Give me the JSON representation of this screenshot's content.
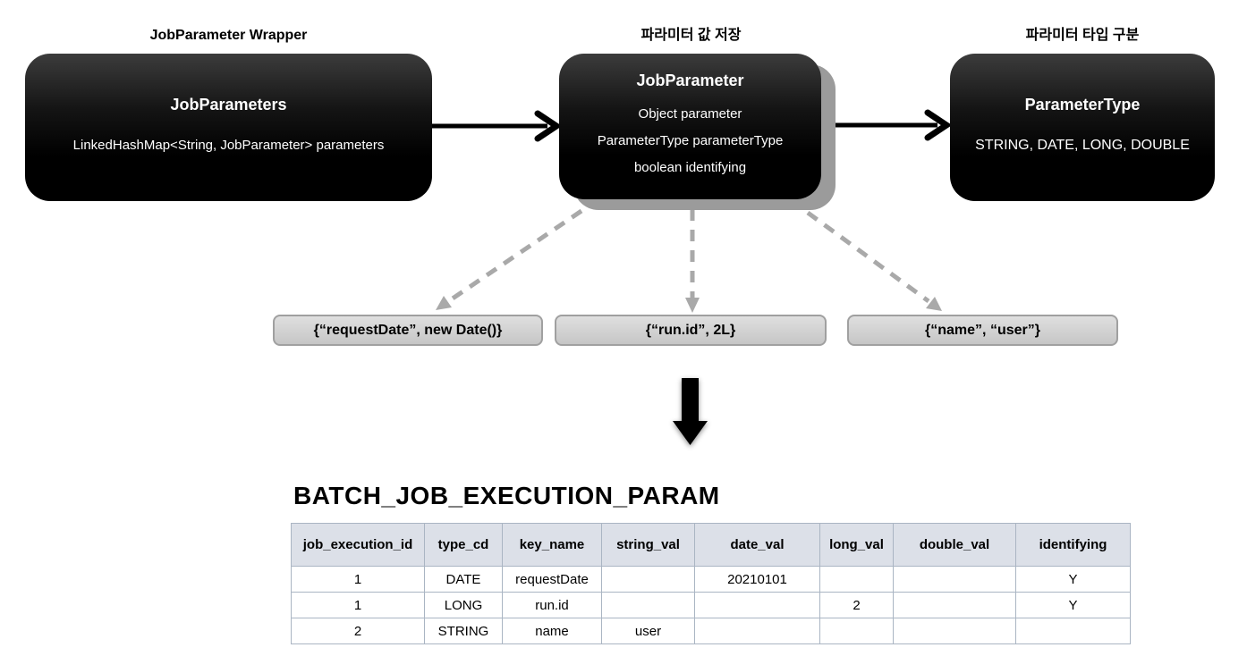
{
  "diagram": {
    "flow_boxes": [
      {
        "caption": "JobParameter Wrapper",
        "title": "JobParameters",
        "lines": [
          "LinkedHashMap<String, JobParameter> parameters"
        ]
      },
      {
        "caption": "파라미터 값 저장",
        "title": "JobParameter",
        "lines": [
          "Object parameter",
          "ParameterType parameterType",
          "boolean identifying"
        ]
      },
      {
        "caption": "파라미터 타입 구분",
        "title": "ParameterType",
        "lines": [
          "STRING, DATE, LONG, DOUBLE"
        ]
      }
    ],
    "example_chips": [
      "{“requestDate”, new Date()}",
      "{“run.id”, 2L}",
      "{“name”, “user”}"
    ]
  },
  "table": {
    "title": "BATCH_JOB_EXECUTION_PARAM",
    "columns": [
      "job_execution_id",
      "type_cd",
      "key_name",
      "string_val",
      "date_val",
      "long_val",
      "double_val",
      "identifying"
    ],
    "rows": [
      [
        "1",
        "DATE",
        "requestDate",
        "",
        "20210101",
        "",
        "",
        "Y"
      ],
      [
        "1",
        "LONG",
        "run.id",
        "",
        "",
        "2",
        "",
        "Y"
      ],
      [
        "2",
        "STRING",
        "name",
        "user",
        "",
        "",
        "",
        ""
      ]
    ]
  },
  "colors": {
    "box_gradient_top": "#3c3c3c",
    "box_gradient_bottom": "#000000",
    "box_shadow": "#9b9b9b",
    "chip_background": "#d2d2d2",
    "chip_border": "#a0a0a0",
    "dashed_arrow": "#a9a9a9",
    "solid_arrow": "#000000",
    "table_header_background": "#dce0e8",
    "table_border": "#aab5c3"
  }
}
